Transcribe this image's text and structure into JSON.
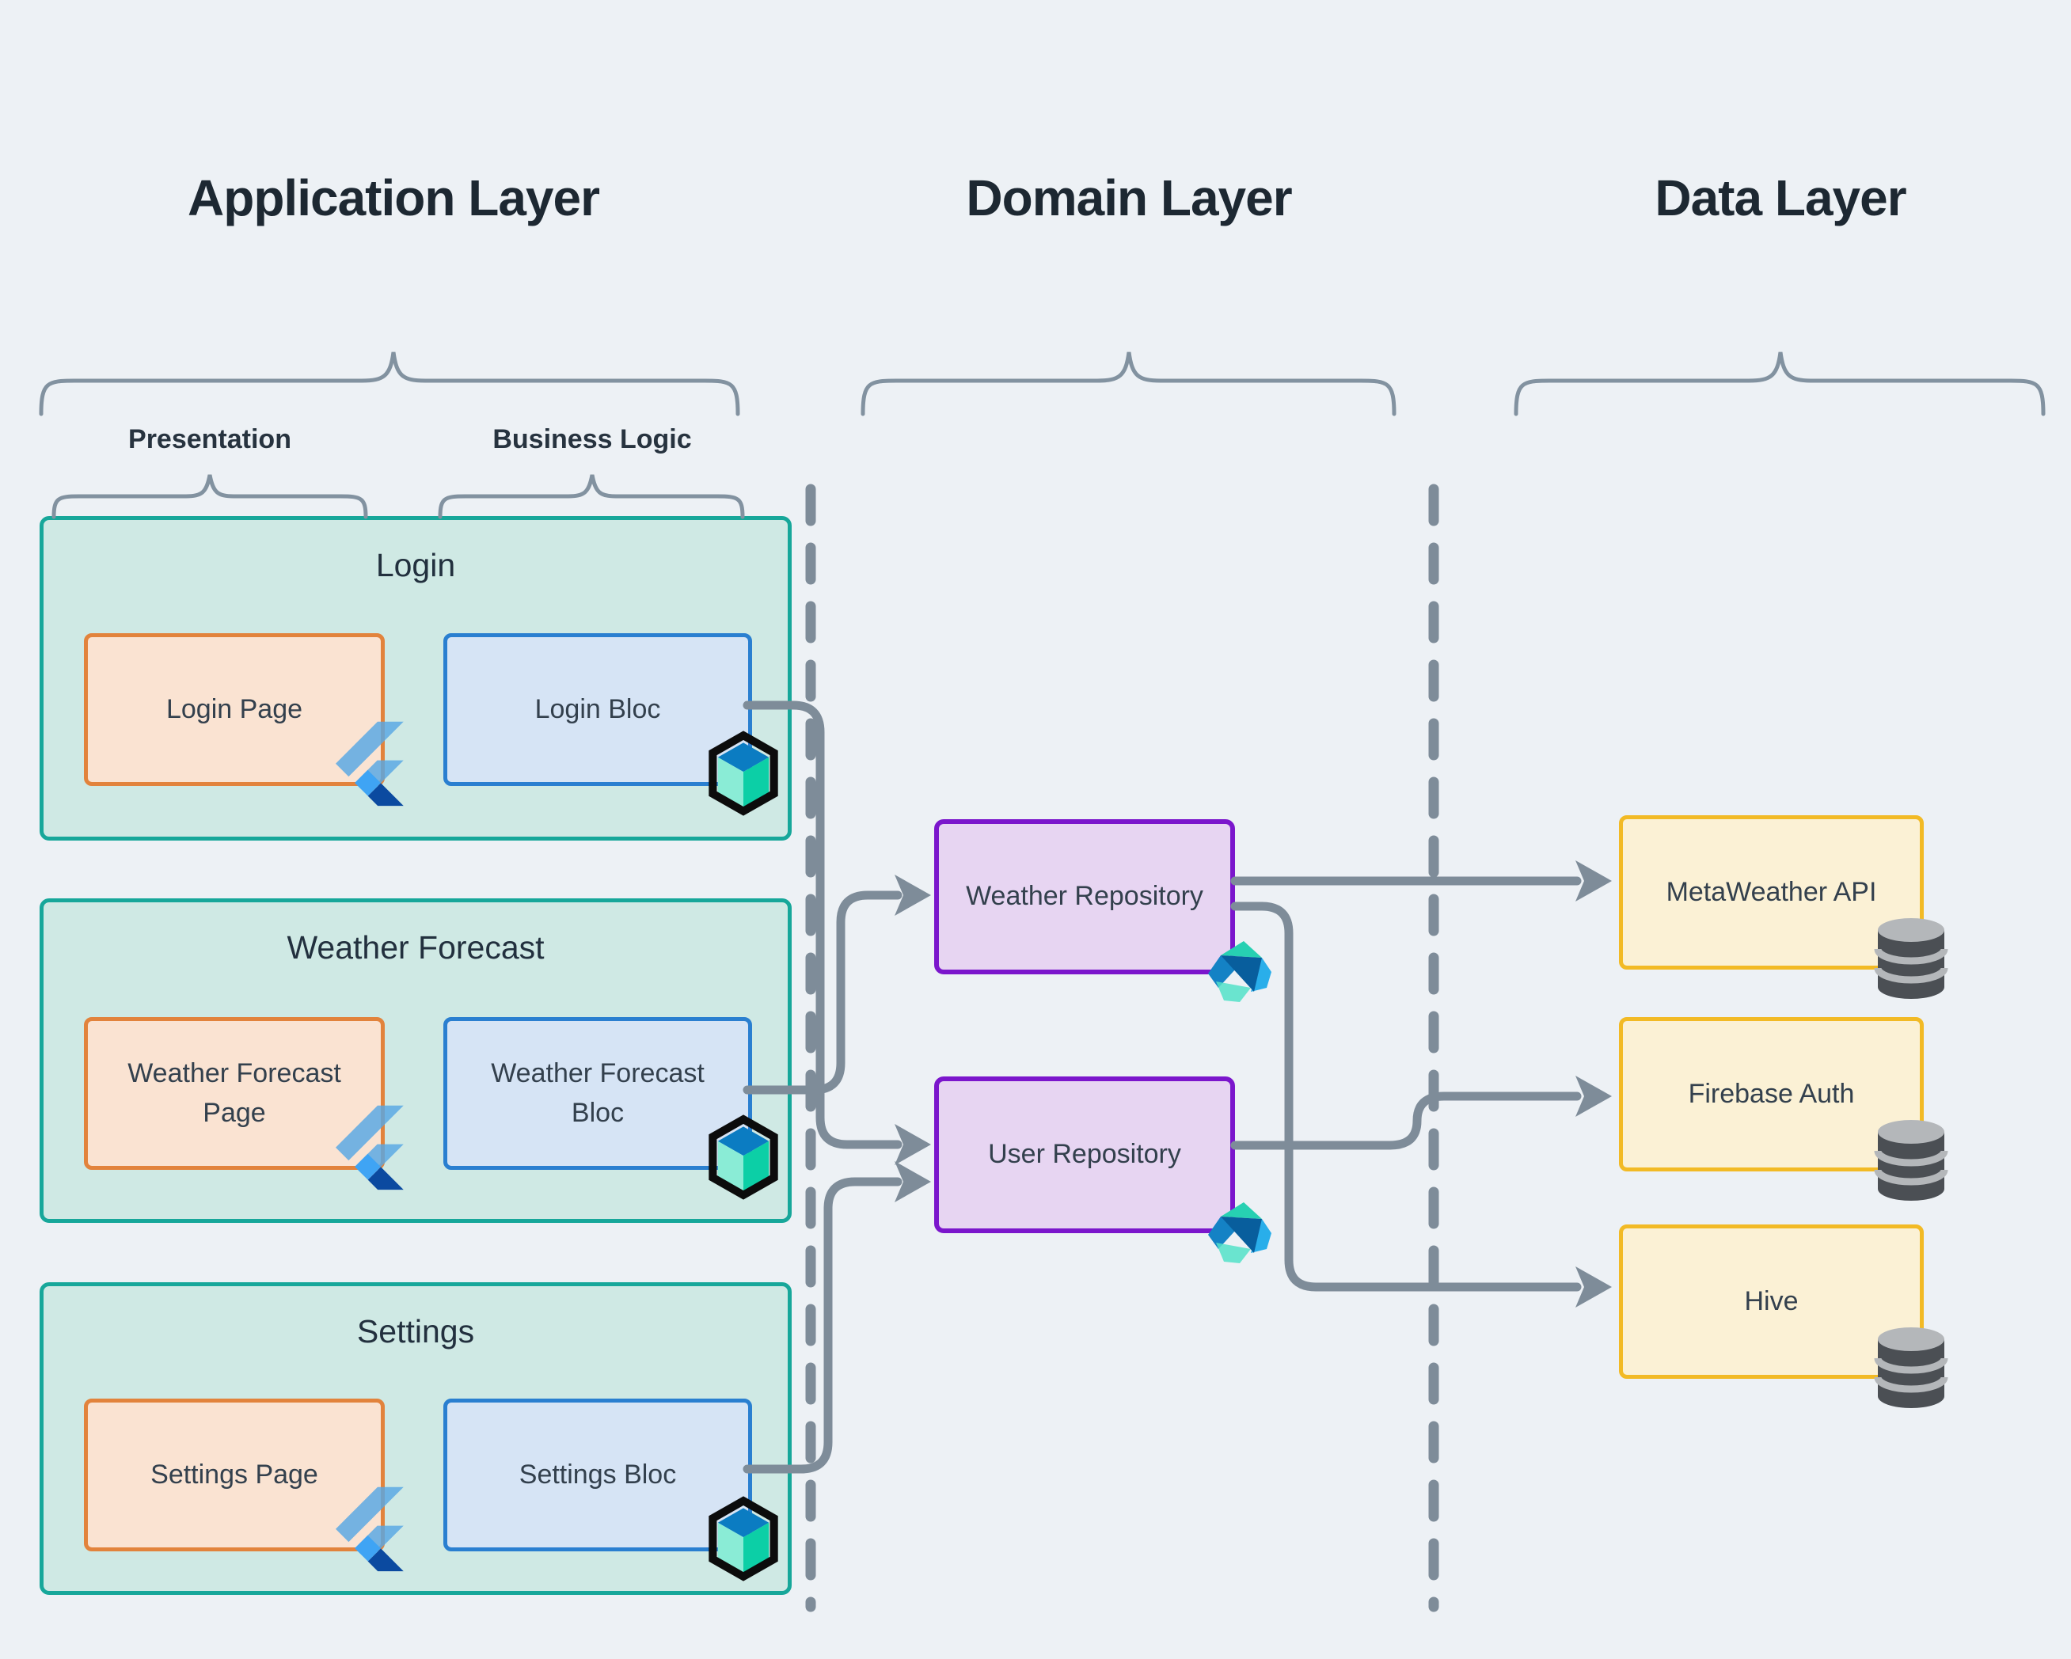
{
  "layers": {
    "application": {
      "title": "Application Layer",
      "sublayers": {
        "presentation": "Presentation",
        "business_logic": "Business Logic"
      }
    },
    "domain": {
      "title": "Domain Layer"
    },
    "data": {
      "title": "Data Layer"
    }
  },
  "application": {
    "groups": {
      "login": {
        "title": "Login",
        "page_label": "Login Page",
        "bloc_label": "Login Bloc"
      },
      "weather_forecast": {
        "title": "Weather Forecast",
        "page_label": "Weather Forecast Page",
        "bloc_label": "Weather Forecast Bloc"
      },
      "settings": {
        "title": "Settings",
        "page_label": "Settings Page",
        "bloc_label": "Settings Bloc"
      }
    }
  },
  "domain": {
    "nodes": {
      "weather_repository": {
        "label": "Weather Repository"
      },
      "user_repository": {
        "label": "User Repository"
      }
    }
  },
  "data": {
    "nodes": {
      "metaweather_api": {
        "label": "MetaWeather API"
      },
      "firebase_auth": {
        "label": "Firebase Auth"
      },
      "hive": {
        "label": "Hive"
      }
    }
  },
  "edges": [
    {
      "from": "Login Bloc",
      "to": "User Repository"
    },
    {
      "from": "Weather Forecast Bloc",
      "to": "Weather Repository"
    },
    {
      "from": "Settings Bloc",
      "to": "User Repository"
    },
    {
      "from": "Weather Repository",
      "to": "MetaWeather API"
    },
    {
      "from": "Weather Repository",
      "to": "Hive"
    },
    {
      "from": "User Repository",
      "to": "Firebase Auth"
    }
  ],
  "icons": {
    "flutter": "flutter-logo",
    "bloc": "bloc-cube-logo",
    "dart": "dart-logo",
    "database": "database-cylinder"
  },
  "colors": {
    "background": "#edf1f5",
    "feature_fill": "#cfe9e4",
    "feature_border": "#17a79a",
    "page_fill": "#fae3d2",
    "page_border": "#e2833c",
    "bloc_fill": "#d6e4f5",
    "bloc_border": "#2a7fd0",
    "repository_fill": "#e7d5f2",
    "repository_border": "#7b16cc",
    "datasource_fill": "#fbf1d5",
    "datasource_border": "#f2ba25",
    "connector_gray": "#7e8c99",
    "text_dark": "#2f3c49"
  }
}
